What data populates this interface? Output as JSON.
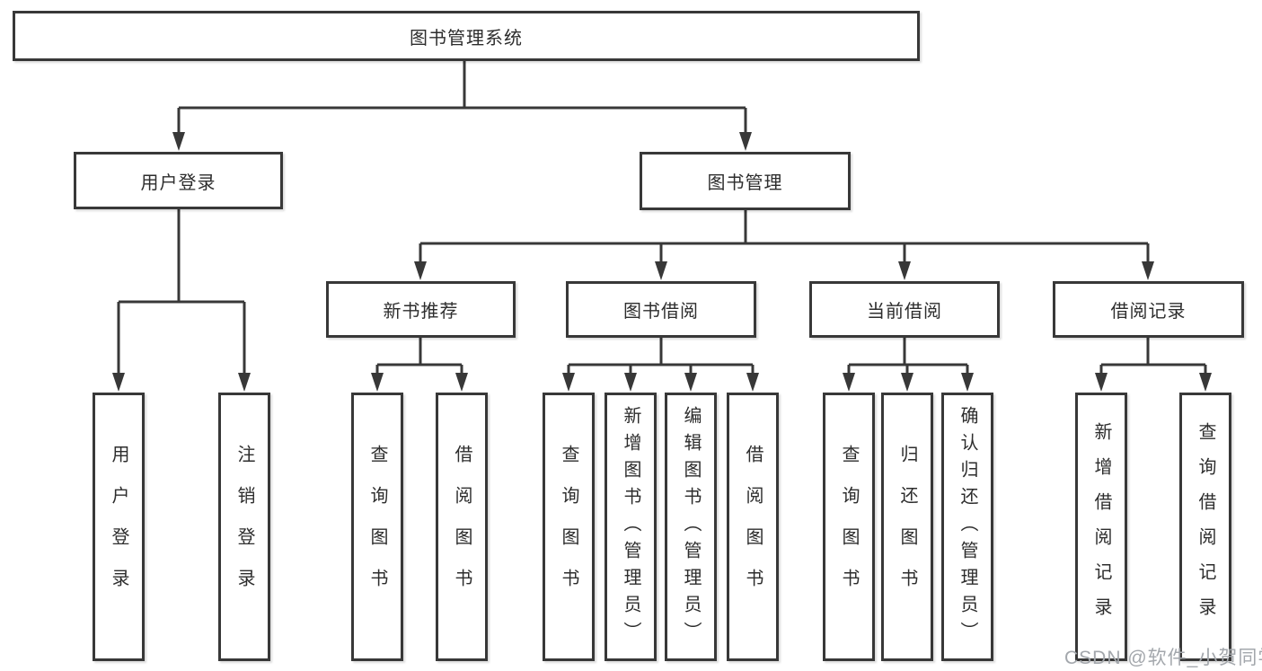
{
  "diagram": {
    "root": {
      "label": "图书管理系统"
    },
    "branches": [
      {
        "label": "用户登录",
        "children": [
          {
            "label": "用户登录"
          },
          {
            "label": "注销登录"
          }
        ]
      },
      {
        "label": "图书管理",
        "groups": [
          {
            "label": "新书推荐",
            "children": [
              {
                "label": "查询图书"
              },
              {
                "label": "借阅图书"
              }
            ]
          },
          {
            "label": "图书借阅",
            "children": [
              {
                "label": "查询图书"
              },
              {
                "label": "新增图书（管理员）"
              },
              {
                "label": "编辑图书（管理员）"
              },
              {
                "label": "借阅图书"
              }
            ]
          },
          {
            "label": "当前借阅",
            "children": [
              {
                "label": "查询图书"
              },
              {
                "label": "归还图书"
              },
              {
                "label": "确认归还（管理员）"
              }
            ]
          },
          {
            "label": "借阅记录",
            "children": [
              {
                "label": "新增借阅记录"
              },
              {
                "label": "查询借阅记录"
              }
            ]
          }
        ]
      }
    ],
    "watermark": "CSDN @软件_小贺同学"
  },
  "colors": {
    "line": "#383838",
    "text": "#2d2d2d",
    "watermark": "#a3a7ac",
    "background": "#ffffff"
  }
}
